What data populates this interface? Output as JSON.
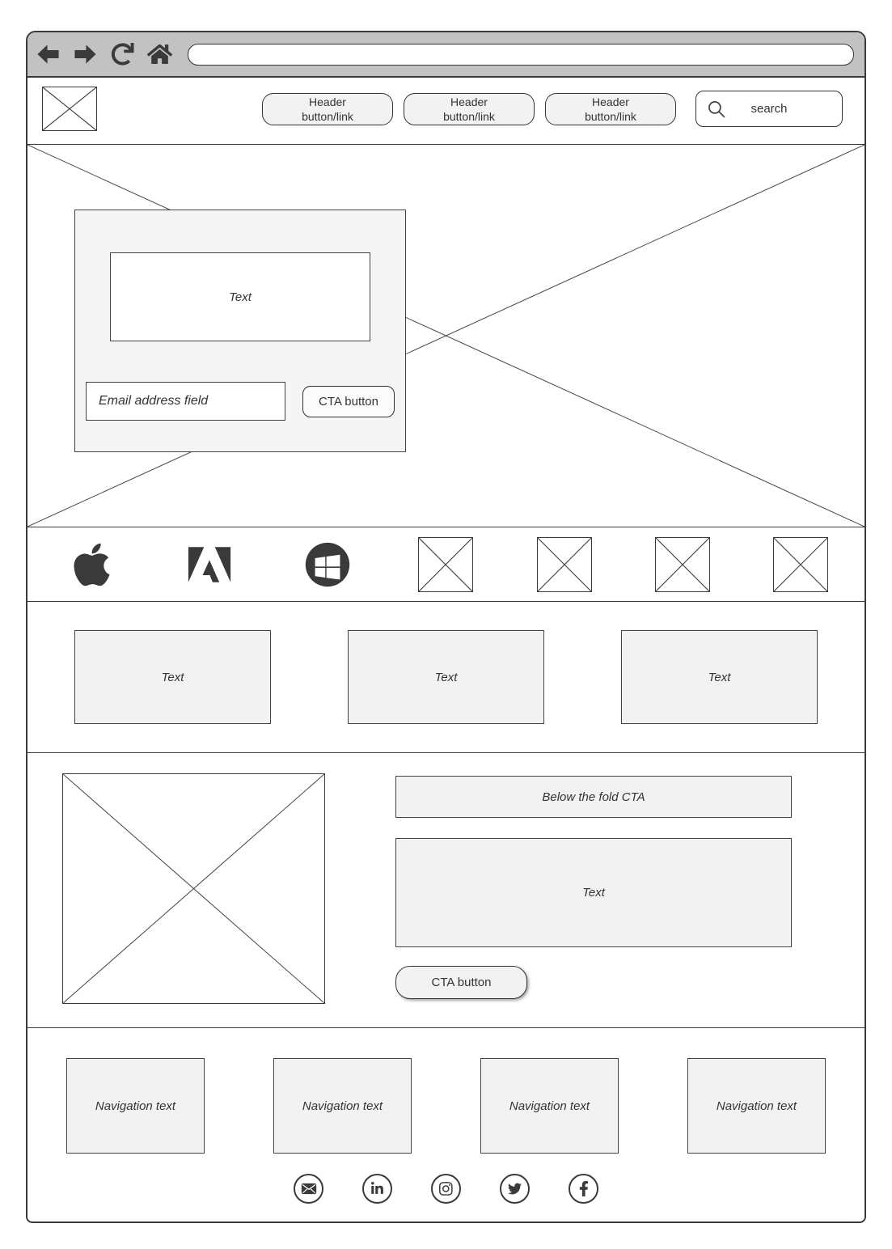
{
  "window": {
    "chrome": {
      "nav_icons": [
        "back",
        "forward",
        "refresh",
        "home"
      ],
      "url_value": ""
    },
    "header": {
      "logo": "image-placeholder",
      "buttons": [
        {
          "label": "Header button/link"
        },
        {
          "label": "Header button/link"
        },
        {
          "label": "Header button/link"
        }
      ],
      "search_label": "search",
      "search_icon": "magnifier-icon"
    },
    "hero": {
      "background": "image-placeholder",
      "card": {
        "text_placeholder": "Text",
        "email_placeholder": "Email address field",
        "cta_label": "CTA button"
      }
    },
    "logo_bar": {
      "brand_icons": [
        "apple",
        "adobe",
        "windows"
      ],
      "image_placeholder_count": 4
    },
    "features": [
      {
        "label": "Text"
      },
      {
        "label": "Text"
      },
      {
        "label": "Text"
      }
    ],
    "below_fold": {
      "image": "image-placeholder",
      "heading": "Below the fold CTA",
      "text_placeholder": "Text",
      "cta_label": "CTA button"
    },
    "footer": {
      "nav_items": [
        {
          "label": "Navigation text"
        },
        {
          "label": "Navigation text"
        },
        {
          "label": "Navigation text"
        },
        {
          "label": "Navigation text"
        }
      ],
      "social_icons": [
        "email",
        "linkedin",
        "instagram",
        "twitter",
        "facebook"
      ]
    }
  },
  "colors": {
    "chrome_bar": "#c2c2c2",
    "outline": "#3a3a3a",
    "panel_fill": "#f5f5f5",
    "box_fill": "#f2f2f2",
    "icon_dark": "#3a3a3a"
  }
}
